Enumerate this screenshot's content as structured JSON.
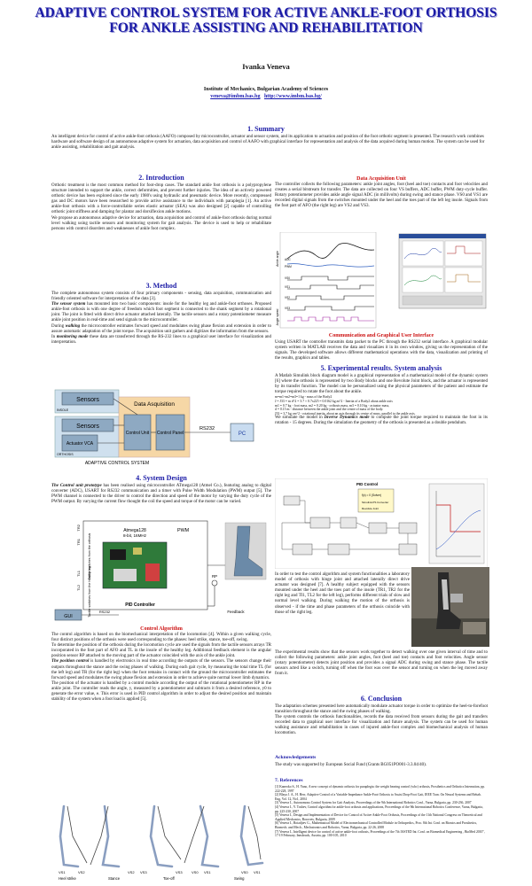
{
  "header": {
    "title_line1": "ADAPTIVE CONTROL SYSTEM FOR  ACTIVE ANKLE-FOOT ORTHOSIS",
    "title_line2": "FOR  ANKLE ASSISTING AND REHABILITATION",
    "author": "Ivanka Veneva",
    "institute": "Institute of Mechanics, Bulgarian Academy of Sciences",
    "email": "veneva@imbm.bas.bg",
    "website": "http://www.imbm.bas.bg/"
  },
  "summary": {
    "heading": "1.  Summary",
    "text": "An intelligent device for control of active ankle-foot orthosis (AAFO) composed by microcontroller, actuator and sensor system, and its application to actuation and position of the foot orthotic segment is presented. The research work combines hardware and software design of an autonomous adaptive system for actuation, data acquisition and control of AAFO with graphical interface for representation and analysis of the data acquired during human motion. The system can be used for ankle assisting, rehabilitation and gait analysis."
  },
  "introduction": {
    "heading": "2. Introduction",
    "p1": "Orthotic treatment is the most common method for foot-drop cases. The standard ankle foot orthosis is a polypropylene structure intended to support the ankle, correct deformities, and prevent further injuries. The idea of an actively powered orthotic device has been explored since the early 1980's using hydraulic and pneumatic device. More recently, compressed gas and DC motors have been researched to provide active assistance to the individuals with paraplegia [1]. An active ankle-foot orthosis with a force-controllable series elastic actuator (SEA) was also designed [2] capable of controlling orthotic joint stiffness and damping for plantar and dorsiflexion ankle motions.",
    "p2": "We propose an autonomous adaptive device for actuation, data acquisition and control of ankle-foot orthosis during normal level walking using tactile sensors and monitoring system for gait analysis. The device is used to help or rehabilitate persons with control disorders and weaknesses of ankle foot complex."
  },
  "method": {
    "heading": "3. Method",
    "p1": "The complete autonomous system consists of four primary components - sensing, data acquisition, communication and friendly oriented software for interpretation of the data [3].",
    "p2_lead": "The sensor system",
    "p2": " has mounted into two basic components: insole for the healthy leg and ankle-foot orthoses. Proposed ankle-foot orthosis is with one degree of freedom which foot segment is connected to the shank segment by a rotational joint. The joint is fitted with direct drive actuator attached laterally. The tactile sensors and a rotary potentiometer measure ankle joint position in real-time and send signals to the microcontroller.",
    "p3_pre": "During ",
    "p3_lead": "walking",
    "p3": " the microcontroller estimates forward speed and modulates swing phase flexion and extension in order to assure automatic adaptation of the joint torque. The acquisition unit gathers and digitizes the information from the sensors.",
    "p4_pre": "In ",
    "p4_lead": "monitoring mode",
    "p4": " these data are transferred through the RS-232 lines to a graphical user interface for visualization and interpretation."
  },
  "block_diagram": {
    "sensors1": "Sensors",
    "insole": "INSOLE",
    "data_acq": "Data Asquisition",
    "sensors2": "Sensors",
    "control_unit": "Control Unit",
    "control_panel": "Control Panel",
    "actuator": "Actuator VCA",
    "orthosis": "ORTHOSIS",
    "rs232": "RS232",
    "pc": "PC",
    "caption": "ADAPTIVE CONTROL SYSTEM"
  },
  "system_design": {
    "heading": "4. System Design",
    "p1_lead": "The Control unit prototype",
    "p1": " has been realised using microcontroller ATmega128 (Atmel Co.), featuring analog to digital converter (ADC), USART for RS232 communication and a timer with Pulse Width Modulation (PWM) output [5]. The PWM channel is connected to the driver to control the direction and speed of the motor by varying the duty cycle of the PWM output. By varying the current flow thought the coil the speed and torque of the motor can be varied."
  },
  "pid_diagram": {
    "mcu": "Atmega128",
    "mcu_spec": "8-bit, 16MHz",
    "pwm": "PWM",
    "pid": "PID Controller",
    "gui": "GUI",
    "rs232": "RS232",
    "feedback": "Feedback",
    "rp": "RP",
    "tr1": "TR1",
    "tr2": "TR2",
    "tl1": "TL1",
    "tl2": "TL2",
    "switches_orthosis": "Tactile switches from the orthosis",
    "switches_healthy": "Tactile switches from the healthy leg"
  },
  "control_algorithm": {
    "heading": "Control Algorithm",
    "p1": "The control algorithm is based on the biomechanical interpretation of the locomotion [4]. Within a given walking cycle, four distinct positions of the orthosis were used corresponding to the phases: heel strike, stance, toe-off, swing.",
    "p2": "To determine the position of the orthosis during the locomotion cycle are used the signals from the tactile sensors arrays TR incorporated in the foot part of AFO and TL in the insole of the healthy leg. Additional feedback element is the angular position sensor RP attached to the moving part of the actuator coincided with the axis of the ankle joint.",
    "p3_lead": "The position control",
    "p3": " is handled by electronics in real time according the outputs of the sensors. The sensors change their outputs throughout the stance and the swing phases of walking. During each gait cycle, by measuring the total time TL (for the left leg) and TR (for the right leg) when the foot remains in contact with the ground the microcontroller estimates the forward speed and modulates the swing phase flexion and extension in order to achieve quite normal lower limb dynamics.",
    "p4": "The position of the actuator is handled by a control module according the output of the rotational potentiometer RP in the ankle joint. The controller reads the angle, y, measured by a potentiometer and subtracts it from a desired reference, y0 to generate the error value, e. This error is used in PID control algorithm in order to adjust the desired position and maintain stability of the system when a foot load is applied [5]."
  },
  "gait_figure": {
    "labels": [
      "VS1",
      "VS2",
      "VS2",
      "VS3",
      "VS3",
      "VS0",
      "VS1",
      "VS0",
      "VS1"
    ],
    "phases": [
      "Heel strike",
      "Stance",
      "Toe-off",
      "Swing"
    ]
  },
  "data_acquisition": {
    "heading": "Data Acquisition Unit",
    "text": "The controller collects the following parameters: ankle joint angles, foot (heel and toe) contacts and foot velocities  and creates a serial bitstream for transfer. The data are collected on four VS buffers,  ADC buffer, PWM duty-cycle buffer. Rotary potentiometer provides ankle angle signal ADC (in millivolts) during swing and stance phase. VS0 and VS1 are recorded digital signals from the switches mounted under the heel and the toes part of the left leg insole. Signals from the foot part of AFO (the right leg) are VS2 and VS3."
  },
  "signals_figure": {
    "y_labels": [
      "ADC",
      "PWM",
      "VS0",
      "VS1",
      "VS2",
      "VS3"
    ],
    "axis_angle": "Ankle angle",
    "axis_speed": "Angle speed"
  },
  "communication": {
    "heading": "Communication and Graphical User Interface",
    "text": "Using USART the controller transmits data packet to the PC through the RS232 serial interface. A graphical modular system written in MATLAB receives the data and visualizes it in its own window, giving us the representation of the signals. The developed software allows different mathematical operations with the data, visualization and printing of the results, graphics and tables."
  },
  "experimental": {
    "heading": "5. Experimental results. System analysis",
    "p1": "A Matlab Simulink block diagram model is a graphical representation of a mathematical model of the dynamic system [6] where the orthosis is represented by  two Body blocks and one Revolute Joint block,  and the actuator is represented by its transfer function. The model can be personalized using the physical parameters of the patient and estimate the torque required to rotate the foot about the ankle.",
    "eq1": "m=m1+m2=m3=1 kg  - mass of the Body2",
    "eq2": "J = J33 = m d^2 = 3.7 × 0.7x225 = 0.0162 kg.m^2  -  Inertia of a Body2 about ankle axis",
    "eq3": "m1 = 0.7 kg - foot mass,    m2 = 0.20 kg - orthosis mass,    m3 = 0.10 kg - actuator mass,",
    "eq4": "d = 0.15 m - distance between the ankle joint and the centre of mass of the body.",
    "eq5": "J33 = 3.7 kg cm^2 - rotational inertia, about an axis through its centre of mass, parallel to the ankle axis.",
    "p2_pre": "We simulate the model in ",
    "p2_lead": "Inverse Dynamics mode",
    "p2": " to compute the joint torque required to maintain the foot in its rotation - 15 degrees.  During the simulation the geometry of the orthosis is presented as a double pendulum.",
    "p3": "In order to test the control algorithm and system functionalities a laboratory model of orthosis with hinge joint and attached laterally direct drive actuator was designed [7]. A healthy subject equipped with the sensors mounted under the heel and the toes part of the insole (TR1, TR2 for the right leg and TI1, TL2 for the left leg), performs different trials of slow and normal level walking. During walking the motion of the orthosis is observed - if the time and phase parameters of the orthosis coincide with those of the right leg.",
    "p4": "The experimental results show that the sensors work together to detect walking over one given interval of time and to collect the following parameters: ankle joint angles, foot (heel and toe) contacts and foot velocities. Angle sensor (rotary potentiometer) detects joint position and provides a signal ADC during swing and stance phase. The tactile sensors acted like a switch, turning off when the foot was over the sensor and turning on when the leg moved away from it."
  },
  "simulink": {
    "title": "PID Control",
    "note1": "f(x) = 0 (Solver)",
    "note2": "Simulink-PS Converter",
    "note3": "Revolute Joint"
  },
  "conclusion": {
    "heading": "6. Conclusion",
    "p1": "The adaptation schemes presented here automatically modulate actuator torque in order to optimize the heel-to-forefoot transition throughout the stance and the swing phases of walking.",
    "p2": "The system controls the orthosis functionalities, records the data received from sensors during the gait and transfers recorded data to graphical user interface for visualization and future analysis. The system can be used for human walking assistance and rehabilitation in cases of injured ankle-foot complex and biomechanical analysis of human locomotion."
  },
  "acknowledgements": {
    "heading": "Acknowledgements",
    "text": "The study was supported by European Social Fund (Grants BG051PO001-3.3.04/40)."
  },
  "references": {
    "heading": "7. References",
    "items": [
      "[1] Kaneoko S., H. Yano, A new concept of dynamic orthosis for paraplegia: the weight bearing control (wbc) orthosis, Prosthetics and Orthotics Internation, pp. 222-228, 1997",
      "[2] Blaya J. A., H. Herr, Adaptive Control of a Variable-Impedance Ankle-Foot Orthosis to Assist Drop-Foot Gait, IEEE Tran. On Neural Systems and Rehab. Eng, Vol. 12, No1, 2004",
      "[3] Veneva I., Autonomous Control System for Gait Analysis, Proceedings of the 9th International Robotics Conf., Varna, Bulgaria, pp. 230-236, 2007",
      "[4] Veneva I., Y. Toshev, Control algorithm for ankle-foot orthosis and applications, Proceedings of the 9th International Robotics Conference, Varna, Bulgaria, pp. 225-230, 2007",
      "[5] Veneva I., Design and Implementation of Device for Control of Active Ankle-Foot Orthosis, Proceedings of the 11th National Congress on Theoretical and Applied Mechanics, Borovets, Bulgaria, 2009",
      "[6] Veneva I., Boiadjiev G., Mathematical Model of Electromechanical Controlled Module in Orthopedics, Proc. 8th Int. Conf. on Bionics and Prosthetics, Biomech. and Mech., Mechatronics and Robotics, Varna, Bulgaria, pp. 22-26, 2008",
      "[7] Veneva I., Intelligent device for control of active ankle-foot orthosis, Proceedings of the 7th IASTED Int. Conf. on Biomedical Engineering , BioMed 2010\", 17-19 February, Innsbruck, Austria, pp. 100-105, 2010"
    ]
  }
}
